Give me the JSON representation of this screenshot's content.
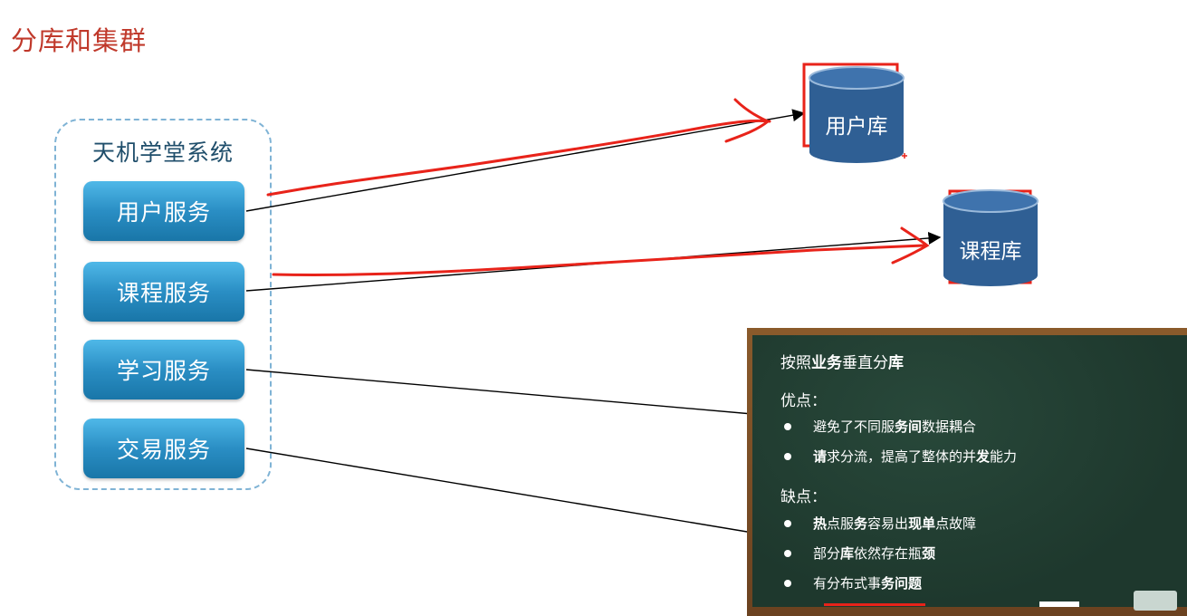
{
  "title": "分库和集群",
  "system": {
    "title": "天机学堂系统",
    "services": [
      "用户服务",
      "课程服务",
      "学习服务",
      "交易服务"
    ]
  },
  "databases": [
    "用户库",
    "课程库"
  ],
  "board": {
    "heading_parts": [
      "按照",
      "业务",
      "垂直分",
      "库"
    ],
    "pros_title": "优点：",
    "pros": [
      [
        [
          "避免了不同服",
          false
        ],
        [
          "务间",
          true
        ],
        [
          "数据耦合",
          false
        ]
      ],
      [
        [
          "请",
          true
        ],
        [
          "求分流，提高了整体的并",
          false
        ],
        [
          "发",
          true
        ],
        [
          "能力",
          false
        ]
      ]
    ],
    "cons_title": "缺点：",
    "cons": [
      [
        [
          "热",
          true
        ],
        [
          "点服",
          false
        ],
        [
          "务",
          true
        ],
        [
          "容易出",
          false
        ],
        [
          "现单",
          true
        ],
        [
          "点故障",
          false
        ]
      ],
      [
        [
          "部分",
          false
        ],
        [
          "库",
          true
        ],
        [
          "依然存在瓶",
          false
        ],
        [
          "颈",
          true
        ]
      ],
      [
        [
          "有分布式事",
          false
        ],
        [
          "务问题",
          true
        ]
      ]
    ]
  },
  "colors": {
    "title": "#c0392b",
    "annotation": "#e8231a",
    "db": "#2f5f94",
    "service": "#2a8ec4",
    "board": "#1f3b2f"
  }
}
